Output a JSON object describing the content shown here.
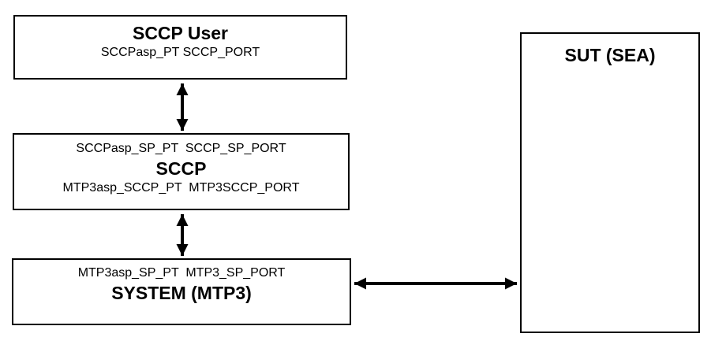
{
  "diagram": {
    "boxes": {
      "sccp_user": {
        "title": "SCCP User",
        "ports": "SCCPasp_PT SCCP_PORT"
      },
      "sccp": {
        "top_ports": "SCCPasp_SP_PT  SCCP_SP_PORT",
        "title": "SCCP",
        "bottom_ports": "MTP3asp_SCCP_PT  MTP3SCCP_PORT"
      },
      "system_mtp3": {
        "top_ports": "MTP3asp_SP_PT  MTP3_SP_PORT",
        "title": "SYSTEM (MTP3)"
      },
      "sut": {
        "title": "SUT (SEA)"
      }
    },
    "connectors": [
      "sccp_user-to-sccp-double-arrow",
      "sccp-to-system-double-arrow",
      "system-to-sut-double-arrow"
    ],
    "colors": {
      "border": "#000000",
      "background": "#ffffff",
      "text": "#000000"
    }
  }
}
